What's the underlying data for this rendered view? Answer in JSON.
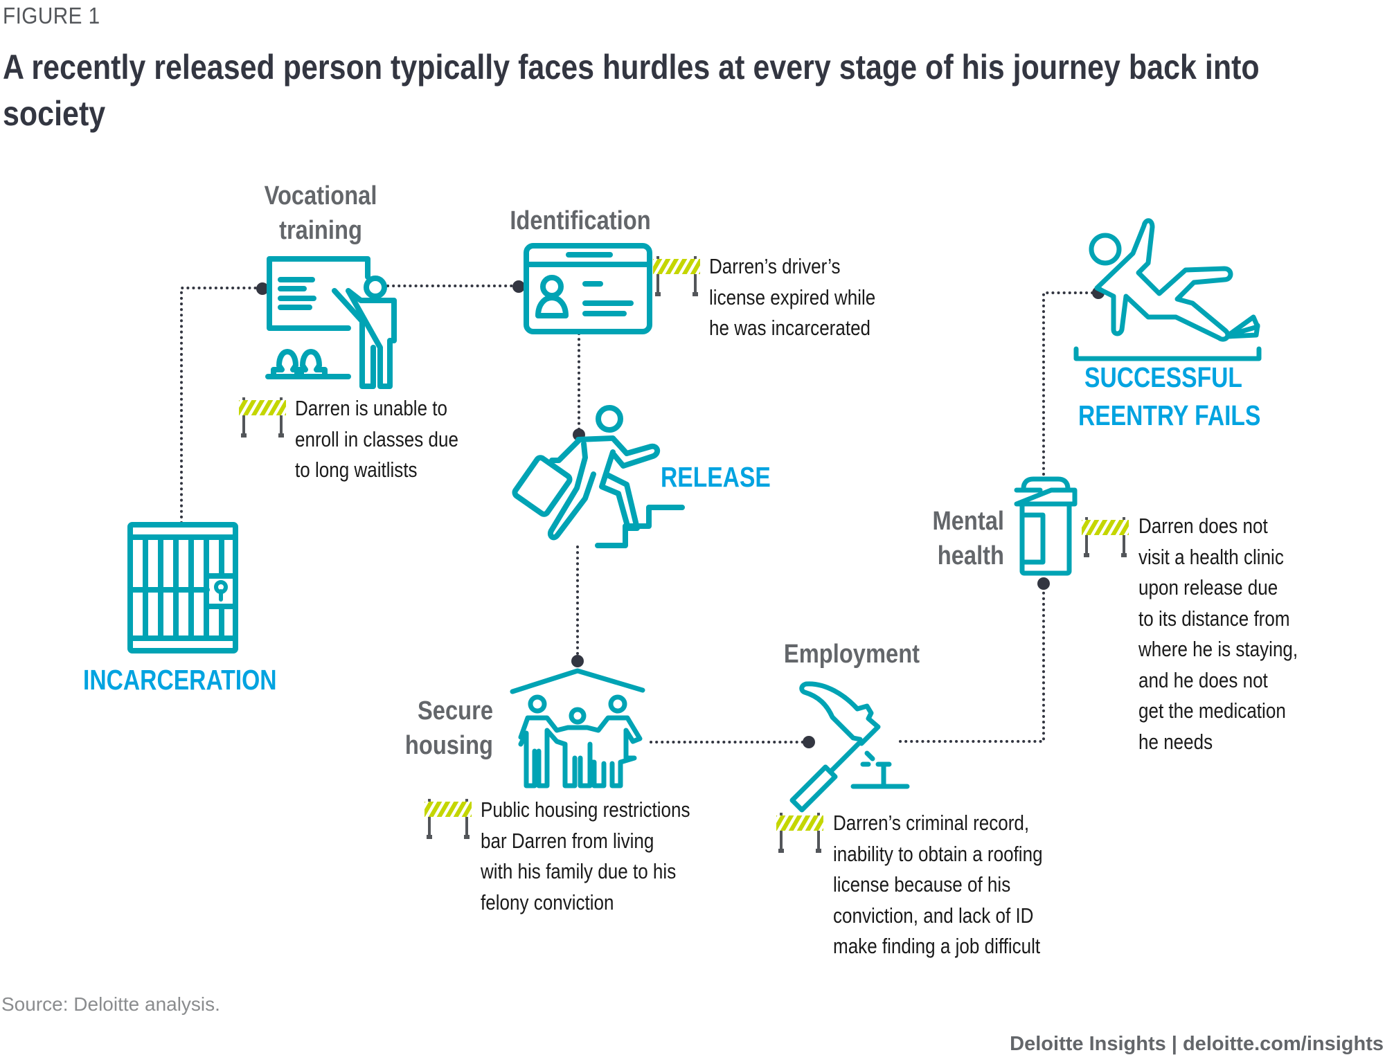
{
  "figure_label": "FIGURE 1",
  "title": "A recently released person typically faces hurdles at every stage of his journey back into society",
  "colors": {
    "icon_teal": "#00a3b4",
    "milestone_blue": "#00a3e0",
    "stage_label_gray": "#63666a",
    "connector_dark": "#333641",
    "barrier_green": "#c4d600",
    "barrier_post_gray": "#53565a"
  },
  "milestones": {
    "start": {
      "label": "INCARCERATION",
      "icon": "jail-cell-icon"
    },
    "release": {
      "label": "RELEASE",
      "icon": "person-leaving-with-briefcase-icon"
    },
    "end": {
      "label_line1": "SUCCESSFUL",
      "label_line2": "REENTRY FAILS",
      "icon": "person-slipping-icon"
    }
  },
  "stages": {
    "vocational": {
      "label_line1": "Vocational",
      "label_line2": "training",
      "icon": "teacher-presentation-icon",
      "barrier": [
        "Darren is unable to",
        "enroll in classes due",
        "to long waitlists"
      ]
    },
    "identification": {
      "label": "Identification",
      "icon": "id-card-icon",
      "barrier": [
        "Darren’s driver’s",
        "license expired while",
        "he was incarcerated"
      ]
    },
    "housing": {
      "label_line1": "Secure",
      "label_line2": "housing",
      "icon": "family-under-roof-icon",
      "barrier": [
        "Public housing restrictions",
        "bar Darren from living",
        "with his family due to his",
        "felony conviction"
      ]
    },
    "employment": {
      "label": "Employment",
      "icon": "hammer-icon",
      "barrier": [
        "Darren’s criminal record,",
        "inability to obtain a roofing",
        "license because of his",
        "conviction, and lack of ID",
        "make finding a job difficult"
      ]
    },
    "mental_health": {
      "label_line1": "Mental",
      "label_line2": "health",
      "icon": "pill-bottle-icon",
      "barrier": [
        "Darren does not",
        "visit a health clinic",
        "upon release due",
        "to its distance from",
        "where he is staying,",
        "and he does not",
        "get the medication",
        "he needs"
      ]
    }
  },
  "source": "Source: Deloitte analysis.",
  "footer": "Deloitte Insights | deloitte.com/insights"
}
